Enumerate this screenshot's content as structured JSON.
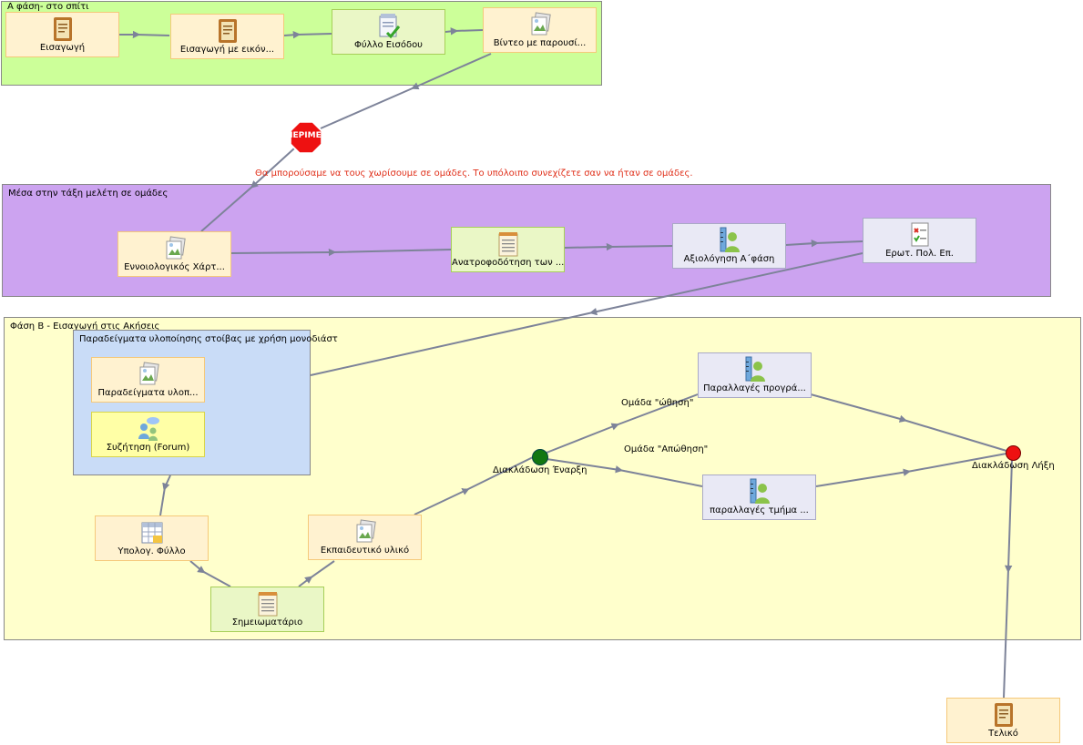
{
  "regions": {
    "phase_a": "Α φάση- στο σπίτι",
    "class_groups": "Μέσα στην τάξη μελέτη σε ομάδες",
    "phase_b": "Φάση Β - Εισαγωγή στις Ακήσεις",
    "examples_group": "Παραδείγματα υλοποίησης στοίβας με χρήση μονοδιάστ"
  },
  "nodes": {
    "intro": "Εισαγωγή",
    "intro_images": "Εισαγωγή με εικόν...",
    "entry_sheet": "Φύλλο Εισόδου",
    "video": "Βίντεο με παρουσί...",
    "concept_map": "Εννοιολογικός Χάρτ...",
    "feedback": "Ανατροφοδότηση των ...",
    "assessment": "Αξιολόγηση Α΄φάση",
    "mcq": "Ερωτ. Πολ. Επ.",
    "examples": "Παραδείγματα υλοπ...",
    "forum": "Συζήτηση (Forum)",
    "spreadsheet": "Υπολογ. Φύλλο",
    "notebook": "Σημειωματάριο",
    "material": "Εκπαιδευτικό υλικό",
    "variations_prog": "Παραλλαγές προγρά...",
    "variations_part": "παραλλαγές τμήμα ...",
    "final": "Τελικό"
  },
  "branching": {
    "start": "Διακλάδωση Έναρξη",
    "end": "Διακλάδωση Λήξη",
    "group_push": "Ομάδα \"ώθηση\"",
    "group_pop": "Ομάδα \"Απώθηση\""
  },
  "stop": {
    "label": "ΠΕΡΙΜΕΝΕ",
    "note": "Θα μπορούσαμε να τους χωρίσουμε σε ομάδες. Το υπόλοιπο συνεχίζετε σαν να ήταν σε ομάδες."
  },
  "colors": {
    "phase_a_bg": "#ccff99",
    "class_bg": "#cca3f0",
    "phase_b_bg": "#ffffcc",
    "group_bg": "#c9dcf7",
    "edge": "#7d8399",
    "start_dot": "#117711",
    "end_dot": "#ee1111",
    "stop_sign": "#ee1111",
    "note_text": "#e0301a"
  },
  "icons": {
    "intro": "scroll-icon",
    "intro_images": "scroll-icon",
    "entry_sheet": "form-check-icon",
    "video": "image-stack-icon",
    "concept_map": "image-stack-icon",
    "feedback": "notepad-icon",
    "assessment": "user-ruler-icon",
    "mcq": "quiz-icon",
    "examples": "image-stack-icon",
    "forum": "chat-users-icon",
    "spreadsheet": "spreadsheet-icon",
    "notebook": "notepad-icon",
    "material": "image-stack-icon",
    "variations_prog": "user-ruler-icon",
    "variations_part": "user-ruler-icon",
    "final": "scroll-icon"
  }
}
